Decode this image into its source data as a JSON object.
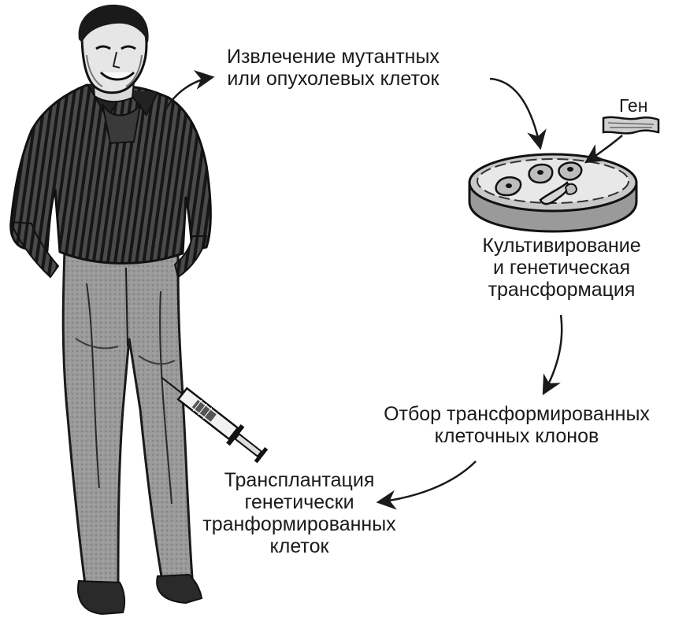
{
  "labels": {
    "extraction": {
      "line1": "Извлечение мутантных",
      "line2": "или опухолевых клеток"
    },
    "gene": "Ген",
    "cultivation": {
      "line1": "Культивирование",
      "line2": "и генетическая",
      "line3": "трансформация"
    },
    "selection": {
      "line1": "Отбор трансформированных",
      "line2": "клеточных клонов"
    },
    "transplantation": {
      "line1": "Трансплантация",
      "line2": "генетически",
      "line3": "транформированных",
      "line4": "клеток"
    }
  },
  "colors": {
    "ink": "#1a1a1a",
    "shirt": "#2b2b2b",
    "trousers": "#8c8c8c",
    "dish_fill": "#bdbdbd"
  },
  "icons": [
    "man-illustration",
    "petri-dish-icon",
    "gene-strip-icon",
    "syringe-icon"
  ]
}
